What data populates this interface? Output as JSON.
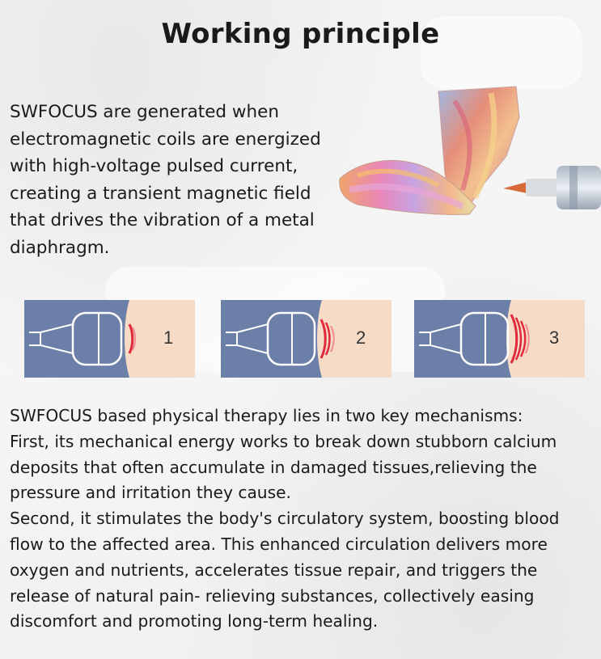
{
  "title": "Working principle",
  "intro_lines": [
    "SWFOCUS are generated when",
    "electromagnetic coils are energized",
    "with high-voltage pulsed current,",
    "creating a transient magnetic field",
    "that drives the vibration of a metal",
    "diaphragm."
  ],
  "panels": [
    {
      "label": "1",
      "waves": 1
    },
    {
      "label": "2",
      "waves": 2
    },
    {
      "label": "3",
      "waves": 3
    }
  ],
  "mechanism_lines": [
    "SWFOCUS based physical therapy lies in two key mechanisms:",
    "First, its mechanical energy works to break down stubborn calcium",
    "deposits that often accumulate in damaged tissues,relieving the",
    "pressure and irritation they cause.",
    "Second, it stimulates the body's circulatory system, boosting blood",
    "flow to the affected area.  This enhanced circulation delivers more",
    "oxygen and nutrients, accelerates tissue repair, and triggers the",
    "release of natural pain- relieving substances, collectively easing",
    "discomfort and promoting long-term healing."
  ],
  "colors": {
    "panel_bg": "#6c7fa8",
    "skin": "#f6dcc6",
    "wave": "#e0283a",
    "text": "#1a1a1a"
  }
}
